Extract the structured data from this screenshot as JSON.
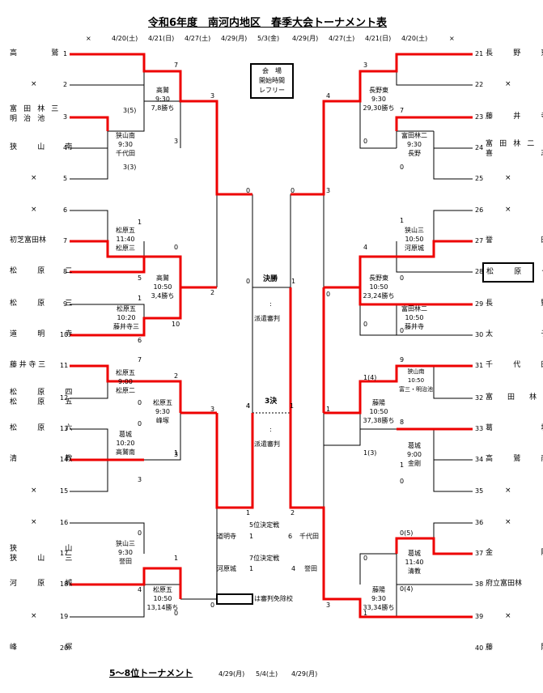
{
  "title": "令和6年度　南河内地区　春季大会トーナメント表",
  "header_dates": {
    "left_x": "×",
    "d1": "4/20(土)",
    "d2": "4/21(日)",
    "d3": "4/27(土)",
    "d4": "4/29(月)",
    "d5": "5/3(金)",
    "d6": "4/29(月)",
    "d7": "4/27(土)",
    "d8": "4/21(日)",
    "d9": "4/20(土)",
    "right_x": "×"
  },
  "legend_box": {
    "l1": "会　場",
    "l2": "開始時間",
    "l3": "レフリー"
  },
  "left_teams": [
    {
      "n": "1",
      "name": "高　　鷲"
    },
    {
      "n": "2",
      "name": "×"
    },
    {
      "n": "3",
      "name": "富田林三",
      "name2": "明治池"
    },
    {
      "n": "4",
      "name": "狭　山　南"
    },
    {
      "n": "5",
      "name": "×"
    },
    {
      "n": "6",
      "name": "×"
    },
    {
      "n": "7",
      "name": "初芝富田林"
    },
    {
      "n": "8",
      "name": "松　原　二"
    },
    {
      "n": "9",
      "name": "松　原　三"
    },
    {
      "n": "10",
      "name": "道　明　寺"
    },
    {
      "n": "11",
      "name": "藤井寺三"
    },
    {
      "n": "12",
      "name": "松　原　四",
      "name2": "松　原　五"
    },
    {
      "n": "13",
      "name": "松　原　六"
    },
    {
      "n": "14",
      "name": "清　　　教"
    },
    {
      "n": "15",
      "name": "×"
    },
    {
      "n": "16",
      "name": "×"
    },
    {
      "n": "17",
      "name": "狭　　　山",
      "name2": "狭　山　三"
    },
    {
      "n": "18",
      "name": "河　原　城"
    },
    {
      "n": "19",
      "name": "×"
    },
    {
      "n": "20",
      "name": "峰　　　塚"
    }
  ],
  "right_teams": [
    {
      "n": "21",
      "name": "長　野　東"
    },
    {
      "n": "22",
      "name": "×"
    },
    {
      "n": "23",
      "name": "藤　井　寺"
    },
    {
      "n": "24",
      "name": "富田林二",
      "name2": "喜　　　志"
    },
    {
      "n": "25",
      "name": "×"
    },
    {
      "n": "26",
      "name": "×"
    },
    {
      "n": "27",
      "name": "誉　　　田"
    },
    {
      "n": "28",
      "name": "松　原　七"
    },
    {
      "n": "29",
      "name": "長　　　野"
    },
    {
      "n": "30",
      "name": "太　　　子"
    },
    {
      "n": "31",
      "name": "千　代　田"
    },
    {
      "n": "32",
      "name": "富　田　林　一"
    },
    {
      "n": "33",
      "name": "葛　　　城"
    },
    {
      "n": "34",
      "name": "高　鷲　南"
    },
    {
      "n": "35",
      "name": "×"
    },
    {
      "n": "36",
      "name": "×"
    },
    {
      "n": "37",
      "name": "金　　　剛"
    },
    {
      "n": "38",
      "name": "府立富田林"
    },
    {
      "n": "39",
      "name": "×"
    },
    {
      "n": "40",
      "name": "藤　　　陽"
    }
  ],
  "match_info": [
    {
      "text": "高鷲\n9:30\n7,8勝ち"
    },
    {
      "text": "狭山南\n9:30\n千代田"
    },
    {
      "text": "松原五\n11:40\n松原三"
    },
    {
      "text": "高鷲\n10:50\n3,4勝ち"
    },
    {
      "text": "松原五\n10:20\n藤井寺三"
    },
    {
      "text": "松原五\n9:00\n松原二"
    },
    {
      "text": "松原五\n9:30\n峰塚"
    },
    {
      "text": "葛城\n10:20\n高鷲南"
    },
    {
      "text": "狭山三\n9:30\n誉田"
    },
    {
      "text": "松原五\n10:50\n13,14勝ち"
    },
    {
      "text": "長野東\n9:30\n29,30勝ち"
    },
    {
      "text": "富田林二\n9:30\n長野"
    },
    {
      "text": "狭山三\n10:50\n河原城"
    },
    {
      "text": "長野東\n10:50\n23,24勝ち"
    },
    {
      "text": "富田林二\n10:50\n藤井寺"
    },
    {
      "text": "狭山南\n10:50\n富三・明治池"
    },
    {
      "text": "藤陽\n10:50\n37,38勝ち"
    },
    {
      "text": "葛城\n9:00\n金剛"
    },
    {
      "text": "葛城\n11:40\n清教"
    },
    {
      "text": "藤陽\n9:30\n33,34勝ち"
    }
  ],
  "scores_left": [
    "7",
    "3",
    "3(5)",
    "3",
    "3(3)",
    "1",
    "0",
    "5",
    "1",
    "10",
    "6",
    "7",
    "2",
    "0",
    "1",
    "0",
    "3",
    "0",
    "1",
    "4",
    "0",
    "0",
    "3",
    "0",
    "2",
    "3",
    "4",
    "1"
  ],
  "scores_right": [
    "3",
    "4",
    "7",
    "0",
    "0",
    "1",
    "4",
    "0",
    "0",
    "0",
    "9",
    "1(4)",
    "8",
    "1(3)",
    "0",
    "0(5)",
    "0",
    "0(4)",
    "3",
    "1",
    "3",
    "0",
    "2",
    "1",
    "1",
    "0"
  ],
  "final": {
    "label": "決勝",
    "colon": ":",
    "referee": "派遣審判",
    "left_score": "0",
    "right_score": "1"
  },
  "third": {
    "label": "3決",
    "colon": ":",
    "referee": "派遣審判",
    "left_score": "4",
    "right_score": "1"
  },
  "fifth": {
    "label": "5位決定戦",
    "left": "道明寺",
    "left_score": "1",
    "right_score": "6",
    "right": "千代田"
  },
  "seventh": {
    "label": "7位決定戦",
    "left": "河原城",
    "left_score": "1",
    "right_score": "4",
    "right": "誉田"
  },
  "center_scores": {
    "s1": "1",
    "s2": "2"
  },
  "exempt_note": "は審判免除校",
  "footer_title": "5～8位トーナメント",
  "footer_dates": {
    "d1": "4/29(月)",
    "d2": "5/4(土)",
    "d3": "4/29(月)"
  }
}
